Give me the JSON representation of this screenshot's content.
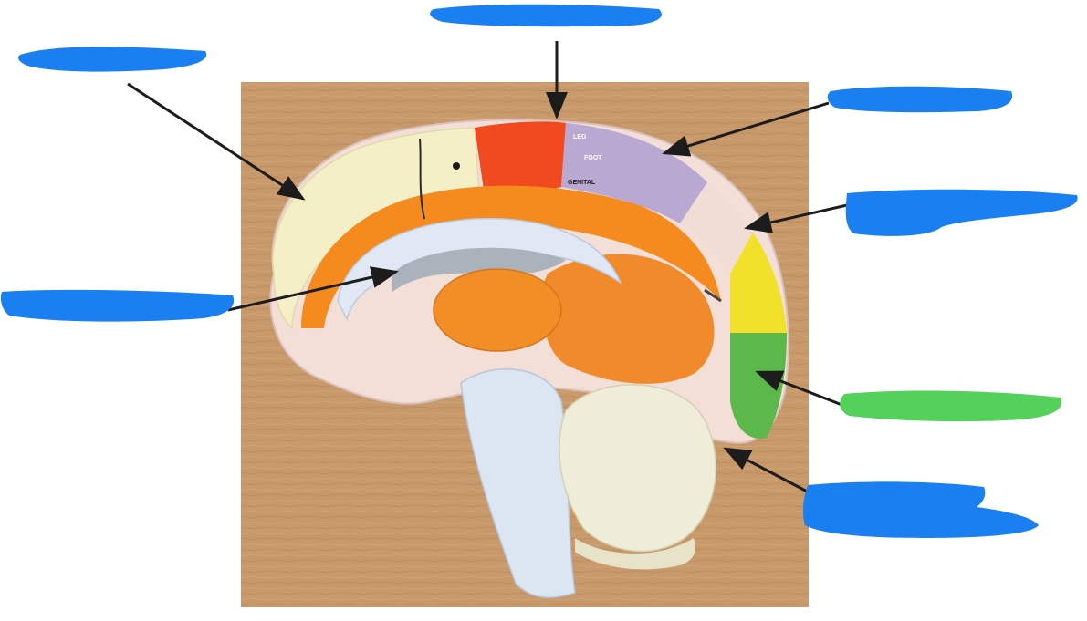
{
  "diagram": {
    "model_labels": {
      "leg": "LEG",
      "foot": "FOOT",
      "genital": "GENITAL"
    },
    "colors": {
      "answer_box": "#1a7ff0",
      "answer_box_highlight": "#54d15a",
      "wood": "#c8996a",
      "frontal_cream": "#f5efc8",
      "premotor_orange": "#f58a1e",
      "motor_red": "#f04a1e",
      "sensory_lilac": "#b9a8d1",
      "visual_yellow": "#f2e12a",
      "visual_green": "#5cb84a",
      "white_matter_blue": "#dfe8f4"
    },
    "answer_boxes": [
      {
        "id": "box-top-left",
        "highlight": false
      },
      {
        "id": "box-top-center",
        "highlight": false
      },
      {
        "id": "box-top-right",
        "highlight": false
      },
      {
        "id": "box-right-upper",
        "highlight": false
      },
      {
        "id": "box-left-middle",
        "highlight": false
      },
      {
        "id": "box-right-lower",
        "highlight": true
      },
      {
        "id": "box-bottom-right",
        "highlight": false
      }
    ]
  }
}
